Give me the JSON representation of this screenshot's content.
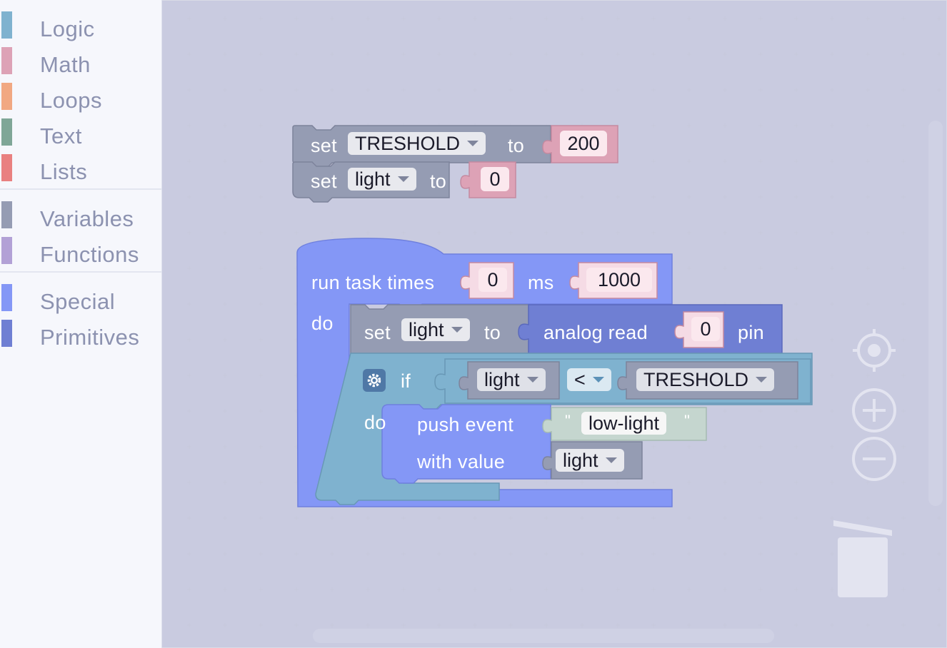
{
  "toolbox": {
    "categories": [
      {
        "label": "Logic",
        "color": "#7fb2cf"
      },
      {
        "label": "Math",
        "color": "#dda2b6"
      },
      {
        "label": "Loops",
        "color": "#f1a882"
      },
      {
        "label": "Text",
        "color": "#7fa697"
      },
      {
        "label": "Lists",
        "color": "#e98080"
      },
      {
        "label": "Variables",
        "color": "#959cb3"
      },
      {
        "label": "Functions",
        "color": "#b2a1d6"
      },
      {
        "label": "Special",
        "color": "#8497f6"
      },
      {
        "label": "Primitives",
        "color": "#6f7fd3"
      }
    ]
  },
  "blocks": {
    "set1": {
      "set": "set",
      "var": "TRESHOLD",
      "to": "to",
      "value": "200"
    },
    "set2": {
      "set": "set",
      "var": "light",
      "to": "to",
      "value": "0"
    },
    "task": {
      "label": "run task times",
      "times": "0",
      "ms": "ms",
      "interval": "1000",
      "do": "do"
    },
    "set3": {
      "set": "set",
      "var": "light",
      "to": "to"
    },
    "analog": {
      "label": "analog read",
      "pin_value": "0",
      "pin": "pin"
    },
    "if_block": {
      "if": "if",
      "do": "do"
    },
    "compare": {
      "left": "light",
      "op": "<",
      "right": "TRESHOLD"
    },
    "push": {
      "label": "push event",
      "with": "with value",
      "quote_open": "\"",
      "event": "low-light",
      "quote_close": "\"",
      "value": "light"
    }
  },
  "colors": {
    "variables": "#959cb3",
    "math": "#dda2b6",
    "special": "#8497f6",
    "primitives": "#6f7fd3",
    "logic": "#7fb2cf",
    "text": "#c5d6cf"
  },
  "controls": {
    "icons": [
      "target-icon",
      "zoom-in-icon",
      "zoom-out-icon",
      "trash-icon"
    ]
  }
}
